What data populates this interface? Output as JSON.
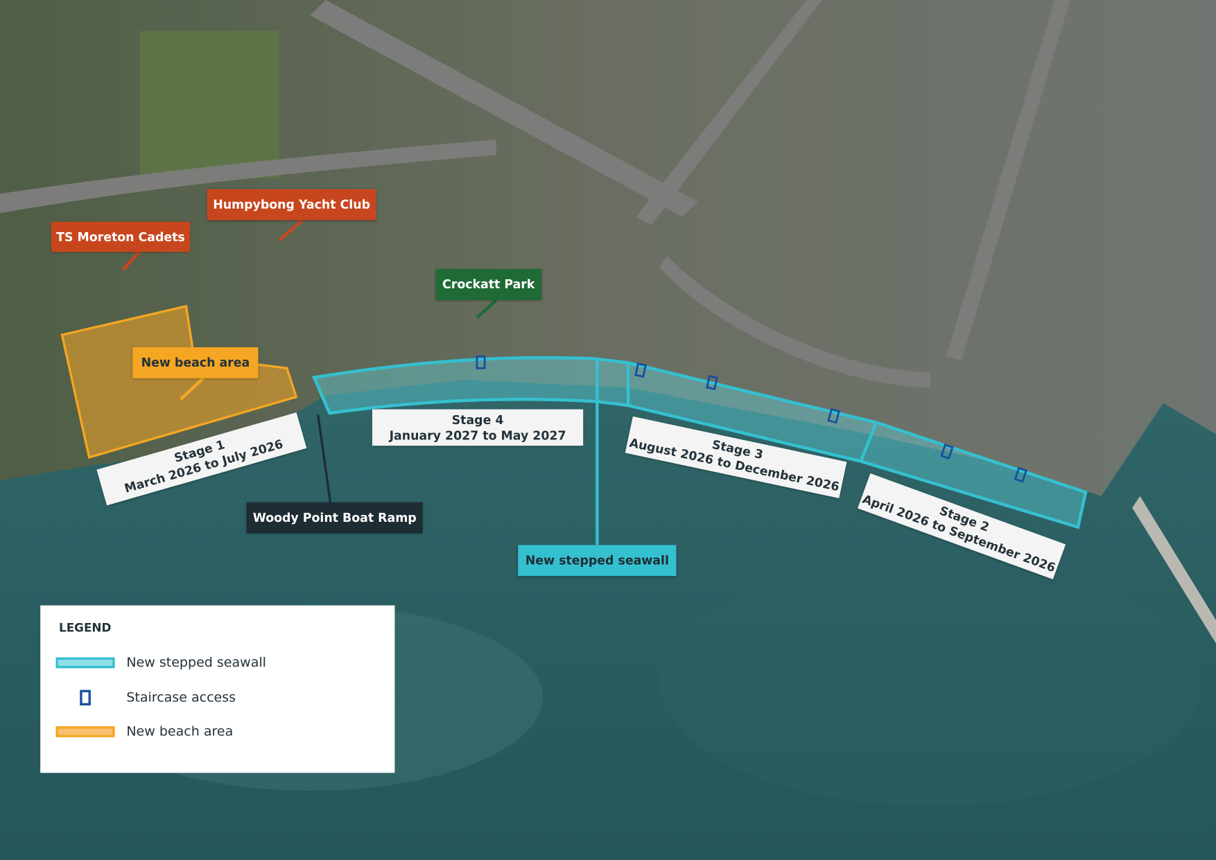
{
  "colors": {
    "seawall": "#35c0d0",
    "staircase": "#1a4f9c",
    "beach": "#f5a623",
    "yacht_club": "#c8461e",
    "park": "#1f6b35",
    "boat_ramp": "#1e2d33"
  },
  "callouts": {
    "ts_moreton_cadets": "TS Moreton Cadets",
    "humpybong_yacht_club": "Humpybong Yacht Club",
    "crockatt_park": "Crockatt Park",
    "new_beach_area": "New beach area",
    "woody_point_boat_ramp": "Woody Point Boat Ramp",
    "new_stepped_seawall": "New stepped seawall"
  },
  "stages": [
    {
      "name": "Stage 1",
      "dates": "March 2026 to July 2026"
    },
    {
      "name": "Stage 2",
      "dates": "April 2026 to September 2026"
    },
    {
      "name": "Stage 3",
      "dates": "August 2026 to December 2026"
    },
    {
      "name": "Stage 4",
      "dates": "January 2027 to May 2027"
    }
  ],
  "legend": {
    "title": "LEGEND",
    "items": [
      {
        "label": "New stepped seawall",
        "icon": "seawall-swatch"
      },
      {
        "label": "Staircase access",
        "icon": "staircase-icon"
      },
      {
        "label": "New beach area",
        "icon": "beach-swatch"
      }
    ]
  }
}
